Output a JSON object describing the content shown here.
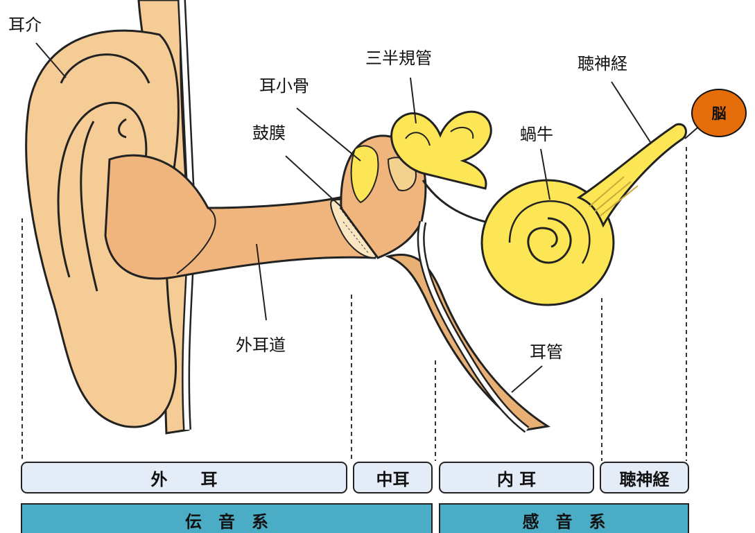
{
  "labels": {
    "auricle": "耳介",
    "semicircular_canals": "三半規管",
    "auditory_nerve": "聴神経",
    "ossicles": "耳小骨",
    "eardrum": "鼓膜",
    "cochlea": "蝸牛",
    "ear_canal": "外耳道",
    "eustachian_tube": "耳管",
    "brain": "脳"
  },
  "sections": {
    "outer_ear": "外　　耳",
    "middle_ear": "中耳",
    "inner_ear": "内 耳",
    "auditory_nerve": "聴神経"
  },
  "systems": {
    "conductive": "伝　音　系",
    "sensorineural": "感　音　系"
  },
  "colors": {
    "skin": "#f5cb96",
    "canal": "#f0b57d",
    "inner_ear": "#fde656",
    "brain": "#e46c0a",
    "section_fill": "#e4ecf7",
    "system_fill": "#4bacc6"
  }
}
